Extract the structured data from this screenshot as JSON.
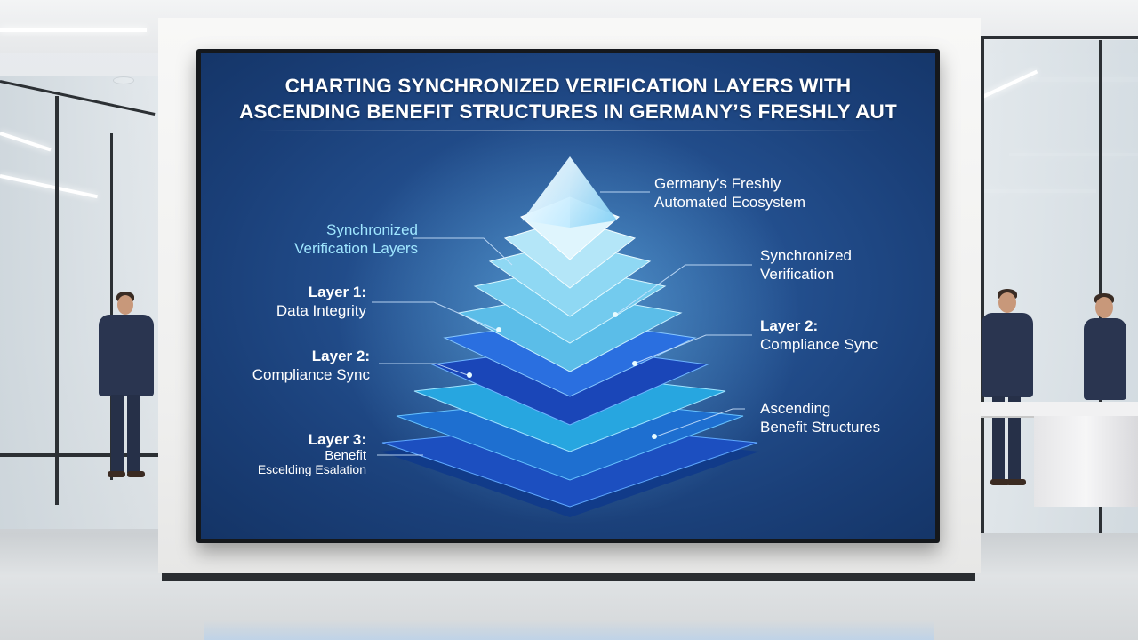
{
  "title": {
    "line1": "CHARTING SYNCHRONIZED VERIFICATION LAYERS WITH",
    "line2": "ASCENDING BENEFIT STRUCTURES IN GERMANY’S FRESHLY AUT"
  },
  "labels": {
    "apex": {
      "line1": "Germany’s Freshly",
      "line2": "Automated Ecosystem"
    },
    "sync_layers": {
      "line1": "Synchronized",
      "line2": "Verification Layers"
    },
    "sync_verification": {
      "line1": "Synchronized",
      "line2": "Verification"
    },
    "layer1": {
      "line1": "Layer 1:",
      "line2": "Data Integrity"
    },
    "layer2_left": {
      "line1": "Layer 2:",
      "line2": "Compliance Sync"
    },
    "layer2_right": {
      "line1": "Layer 2:",
      "line2": "Compliance Sync"
    },
    "layer3": {
      "line1": "Layer 3:",
      "line2": "Benefit",
      "line3": "Escelding Esalation"
    },
    "ascending": {
      "line1": "Ascending",
      "line2": "Benefit Structures"
    }
  },
  "colors": {
    "screen_bg": "#1f4a88",
    "label_accent": "#9fe6ff",
    "label_text": "#ffffff"
  }
}
